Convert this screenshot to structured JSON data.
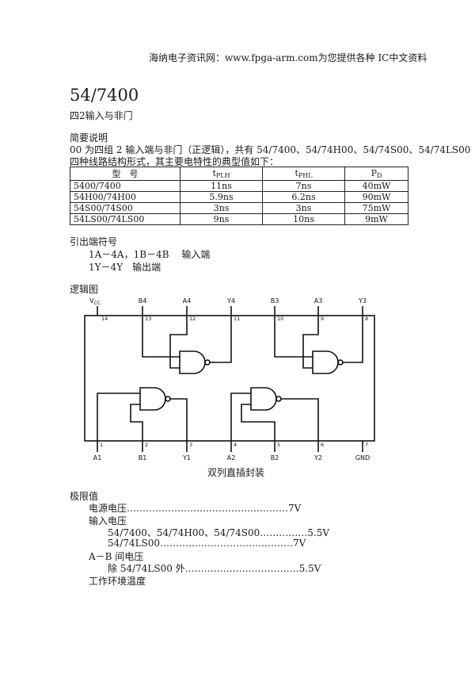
{
  "header": {
    "site_line": "海纳电子资讯网：www.fpga-arm.com为您提供各种 IC中文资料"
  },
  "doc": {
    "title": "54/7400",
    "subtitle": "四2输入与非门",
    "summary_heading": "简要说明",
    "summary_line1": "00 为四组 2 输入端与非门（正逻辑），共有 54/7400、54/74H00、54/74S00、54/74LS00",
    "summary_line2": "四种线路结构形式，其主要电特性的典型值如下："
  },
  "spec_table": {
    "headers": {
      "model": "型　号",
      "tplh": "t",
      "tplh_sub": "PLH",
      "tphl": "t",
      "tphl_sub": "PHL",
      "pd": "P",
      "pd_sub": "D"
    },
    "rows": [
      {
        "model": "5400/7400",
        "tplh": "11ns",
        "tphl": "7ns",
        "pd": "40mW"
      },
      {
        "model": "54H00/74H00",
        "tplh": "5.9ns",
        "tphl": "6.2ns",
        "pd": "90mW"
      },
      {
        "model": "54S00/74S00",
        "tplh": "3ns",
        "tphl": "3ns",
        "pd": "75mW"
      },
      {
        "model": "54LS00/74LS00",
        "tplh": "9ns",
        "tphl": "10ns",
        "pd": "9mW"
      }
    ]
  },
  "pins": {
    "heading": "引出端符号",
    "inputs": "1A－4A，1B－4B　 输入端",
    "outputs": "1Y－4Y　输出端"
  },
  "logic": {
    "heading": "逻辑图",
    "caption": "双列直插封装",
    "top_labels": [
      "V",
      "B4",
      "A4",
      "Y4",
      "B3",
      "A3",
      "Y3"
    ],
    "vcc_sub": "CC",
    "top_numbers": [
      "14",
      "13",
      "12",
      "11",
      "10",
      "9",
      "8"
    ],
    "bottom_labels": [
      "A1",
      "B1",
      "Y1",
      "A2",
      "B2",
      "Y2",
      "GND"
    ],
    "bottom_numbers": [
      "1",
      "2",
      "3",
      "4",
      "5",
      "6",
      "7"
    ]
  },
  "limits": {
    "heading": "极限值",
    "supply": "电源电压……………………………………………7V",
    "input_v": "输入电压",
    "input_1": "54/7400、54/74H00、54/74S00……………5.5V",
    "input_2": "54/74LS00……………………………………7V",
    "ab_v": "A－B 间电压",
    "ab_1": "除 54/74LS00 外………………………………5.5V",
    "temp": "工作环境温度"
  }
}
